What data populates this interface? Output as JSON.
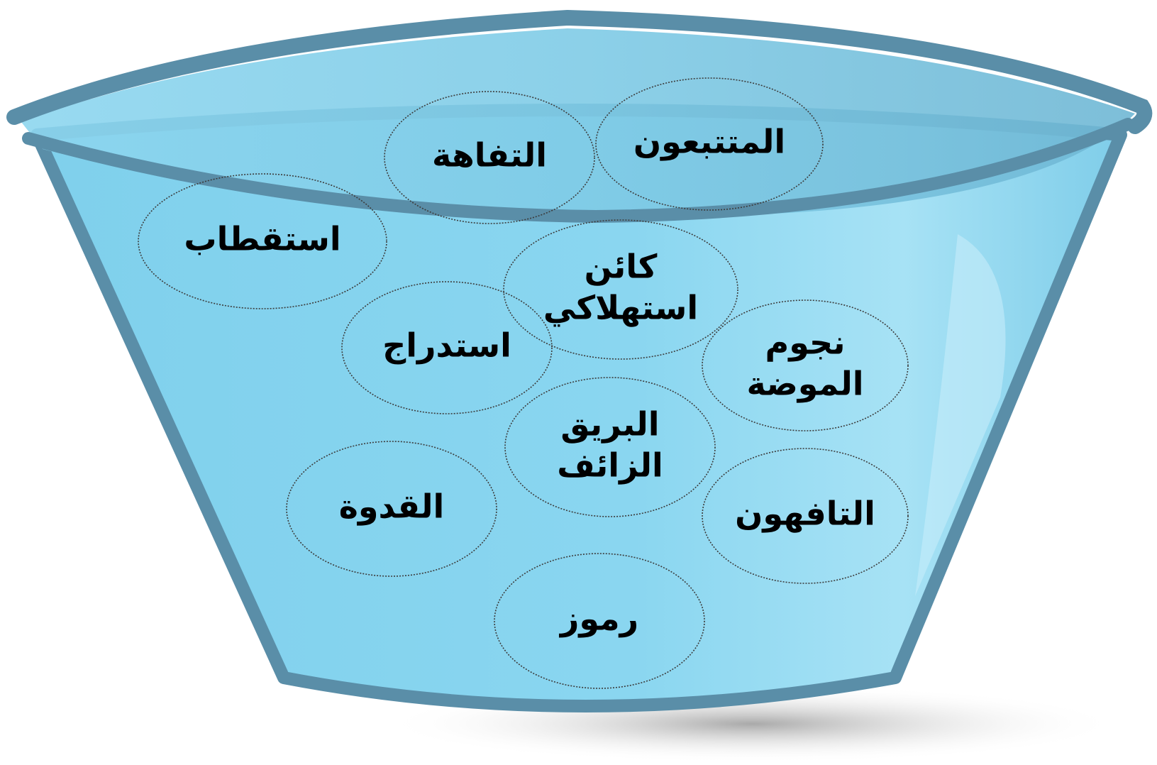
{
  "diagram": {
    "type": "bowl-with-concept-bubbles",
    "colors": {
      "rim": "#5a8ea8",
      "bowl_body": "#86d3ee",
      "bowl_inner": "#7ecbe6",
      "water_surface": "#9ddcf1",
      "highlight": "#c6ecfa",
      "shadow": "#a8a8a8",
      "bubble_outline": "#3c3c3c",
      "text": "#000000"
    },
    "bubbles": [
      {
        "id": "followers",
        "lines": [
          "المتتبعون"
        ]
      },
      {
        "id": "triviality",
        "lines": [
          "التفاهة"
        ]
      },
      {
        "id": "polarization",
        "lines": [
          "استقطاب"
        ]
      },
      {
        "id": "consumer-being",
        "lines": [
          "كائن",
          "استهلاكي"
        ]
      },
      {
        "id": "enticement",
        "lines": [
          "استدراج"
        ]
      },
      {
        "id": "fashion-stars",
        "lines": [
          "نجوم",
          "الموضة"
        ]
      },
      {
        "id": "false-glitter",
        "lines": [
          "البريق",
          "الزائف"
        ]
      },
      {
        "id": "role-model",
        "lines": [
          "القدوة"
        ]
      },
      {
        "id": "the-trivial",
        "lines": [
          "التافهون"
        ]
      },
      {
        "id": "symbols",
        "lines": [
          "رموز"
        ]
      }
    ]
  }
}
